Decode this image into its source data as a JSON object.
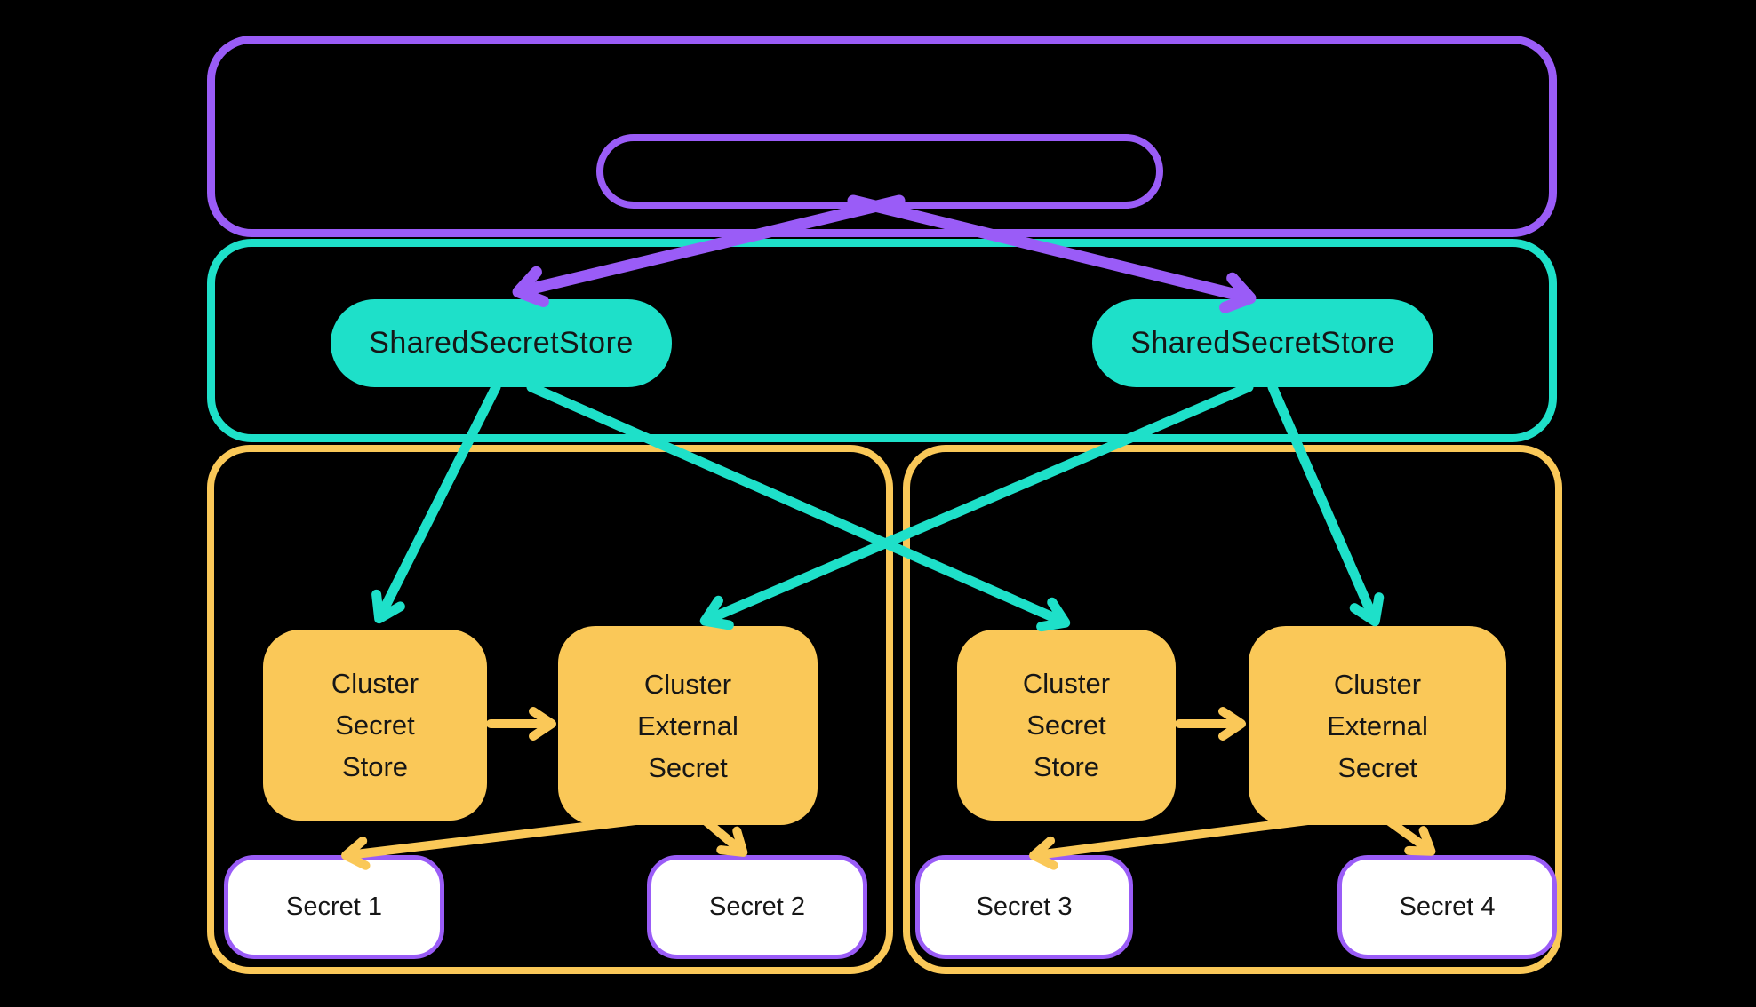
{
  "colors": {
    "purple": "#9A5CF7",
    "teal": "#1EE0C9",
    "yellow": "#FAC858",
    "secret_fill": "#FFFFFF",
    "node_text": "#161616",
    "background": "#000000"
  },
  "shared_stores": [
    {
      "label": "SharedSecretStore"
    },
    {
      "label": "SharedSecretStore"
    }
  ],
  "namespaces": [
    {
      "nodes": [
        {
          "lines": [
            "Cluster",
            "Secret",
            "Store"
          ]
        },
        {
          "lines": [
            "Cluster",
            "External",
            "Secret"
          ]
        }
      ],
      "secrets": [
        "Secret 1",
        "Secret 2"
      ]
    },
    {
      "nodes": [
        {
          "lines": [
            "Cluster",
            "Secret",
            "Store"
          ]
        },
        {
          "lines": [
            "Cluster",
            "External",
            "Secret"
          ]
        }
      ],
      "secrets": [
        "Secret 3",
        "Secret 4"
      ]
    }
  ]
}
